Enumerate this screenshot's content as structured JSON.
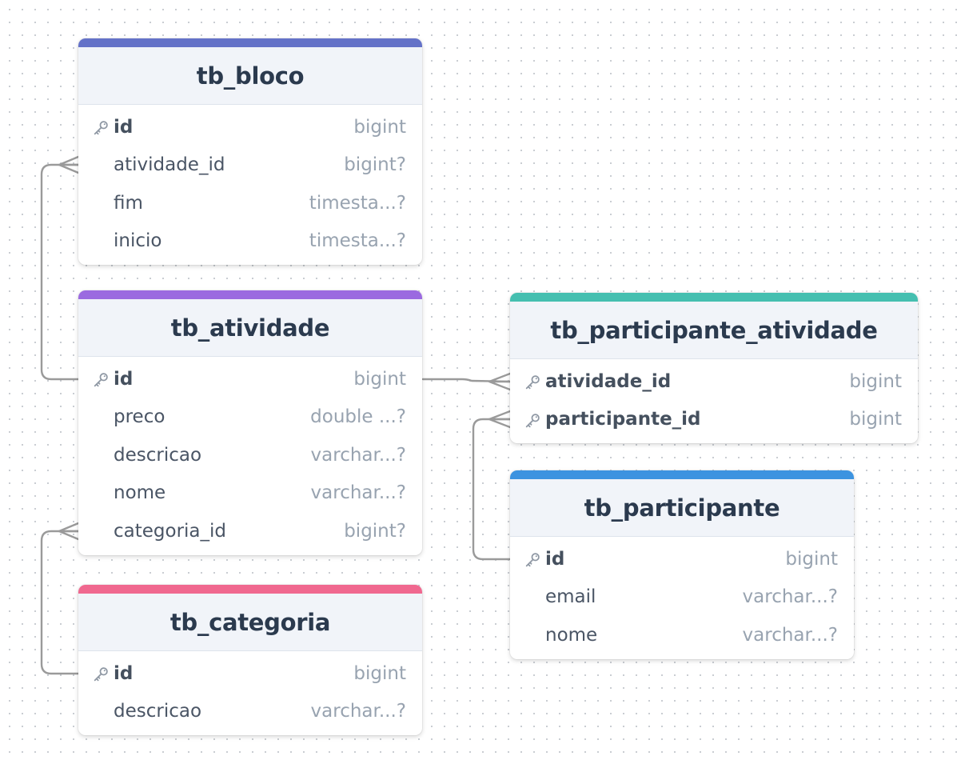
{
  "colors": {
    "tb_bloco": "#6472c8",
    "tb_atividade": "#9b6ae0",
    "tb_categoria": "#f0688f",
    "tb_participante_atividade": "#45bfb0",
    "tb_participante": "#3c93e0",
    "edge": "#9a9a9a"
  },
  "tables": {
    "tb_bloco": {
      "name": "tb_bloco",
      "columns": [
        {
          "name": "id",
          "type": "bigint",
          "pk": true
        },
        {
          "name": "atividade_id",
          "type": "bigint?",
          "pk": false
        },
        {
          "name": "fim",
          "type": "timesta...?",
          "pk": false
        },
        {
          "name": "inicio",
          "type": "timesta...?",
          "pk": false
        }
      ]
    },
    "tb_atividade": {
      "name": "tb_atividade",
      "columns": [
        {
          "name": "id",
          "type": "bigint",
          "pk": true
        },
        {
          "name": "preco",
          "type": "double ...?",
          "pk": false
        },
        {
          "name": "descricao",
          "type": "varchar...?",
          "pk": false
        },
        {
          "name": "nome",
          "type": "varchar...?",
          "pk": false
        },
        {
          "name": "categoria_id",
          "type": "bigint?",
          "pk": false
        }
      ]
    },
    "tb_categoria": {
      "name": "tb_categoria",
      "columns": [
        {
          "name": "id",
          "type": "bigint",
          "pk": true
        },
        {
          "name": "descricao",
          "type": "varchar...?",
          "pk": false
        }
      ]
    },
    "tb_participante_atividade": {
      "name": "tb_participante_atividade",
      "columns": [
        {
          "name": "atividade_id",
          "type": "bigint",
          "pk": true
        },
        {
          "name": "participante_id",
          "type": "bigint",
          "pk": true
        }
      ]
    },
    "tb_participante": {
      "name": "tb_participante",
      "columns": [
        {
          "name": "id",
          "type": "bigint",
          "pk": true
        },
        {
          "name": "email",
          "type": "varchar...?",
          "pk": false
        },
        {
          "name": "nome",
          "type": "varchar...?",
          "pk": false
        }
      ]
    }
  },
  "relations": [
    {
      "from": "tb_atividade.id",
      "to": "tb_bloco.atividade_id",
      "cardinality": "one-to-many"
    },
    {
      "from": "tb_categoria.id",
      "to": "tb_atividade.categoria_id",
      "cardinality": "one-to-many"
    },
    {
      "from": "tb_atividade.id",
      "to": "tb_participante_atividade.atividade_id",
      "cardinality": "one-to-many"
    },
    {
      "from": "tb_participante.id",
      "to": "tb_participante_atividade.participante_id",
      "cardinality": "one-to-many"
    }
  ]
}
